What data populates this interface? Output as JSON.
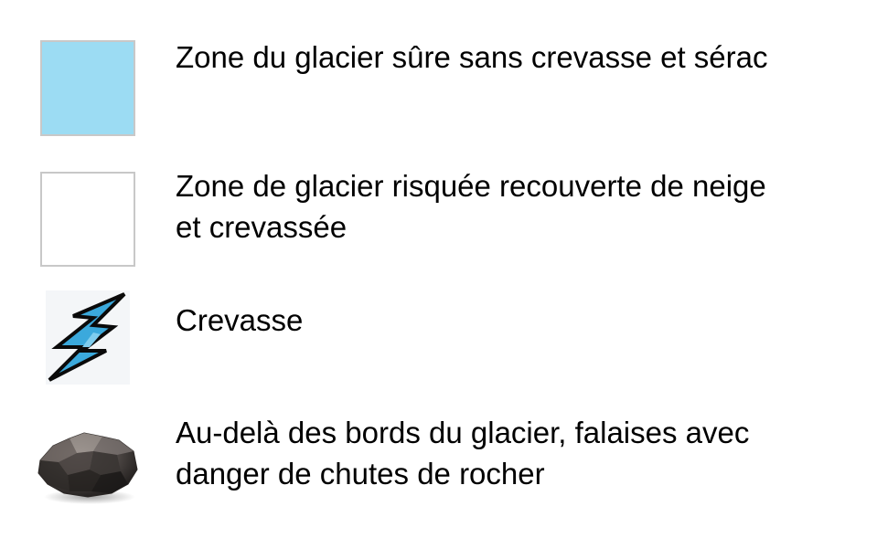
{
  "legend": {
    "items": [
      {
        "symbol": "light-blue-swatch",
        "color": "#9CDCF3",
        "lines": [
          "Zone du glacier sûre sans crevasse et sérac"
        ]
      },
      {
        "symbol": "white-swatch",
        "color": "#FFFFFF",
        "lines": [
          "Zone de glacier risquée recouverte de neige",
          "et crevassée"
        ]
      },
      {
        "symbol": "crevasse-icon",
        "color": "#3BA9DC",
        "lines": [
          "Crevasse"
        ]
      },
      {
        "symbol": "rock-icon",
        "color": "#4A4543",
        "lines": [
          "Au-delà des bords du glacier, falaises avec",
          "danger de chutes de rocher"
        ]
      }
    ]
  }
}
